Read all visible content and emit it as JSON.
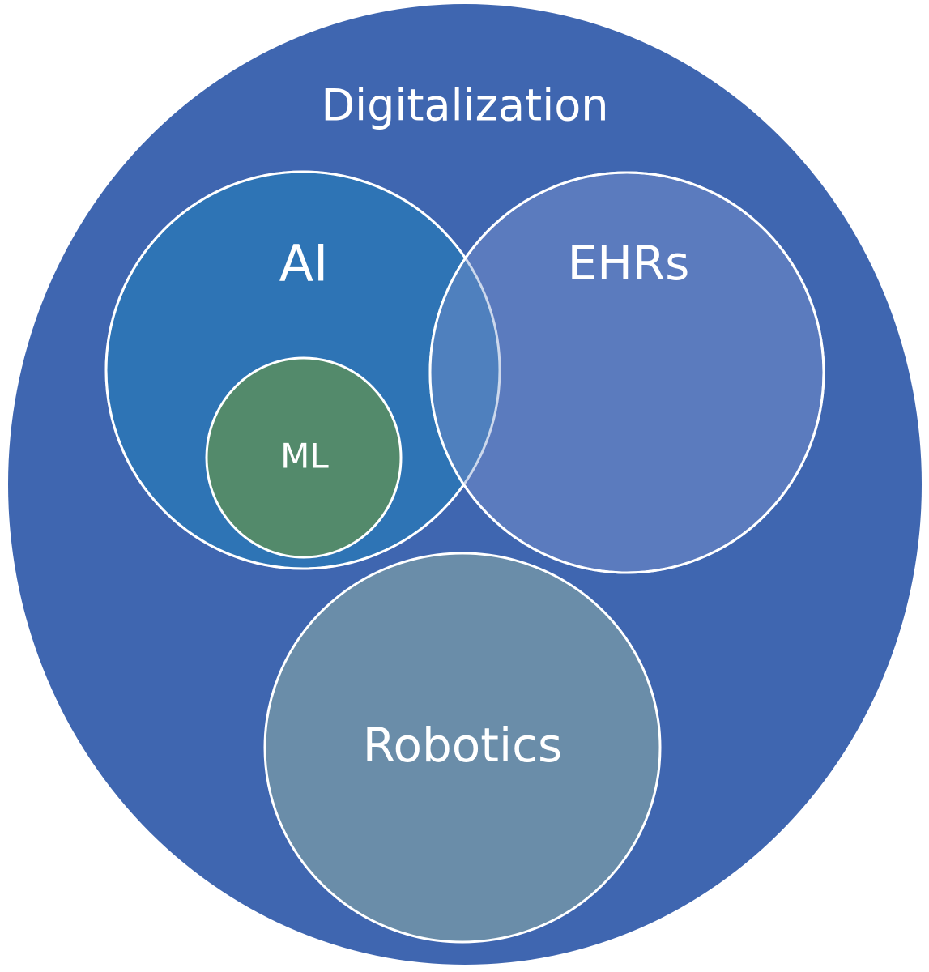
{
  "diagram": {
    "outer": {
      "label": "Digitalization",
      "color": "#3F66B0"
    },
    "ai": {
      "label": "AI",
      "color": "#2E74B5"
    },
    "ehrs": {
      "label": "EHRs",
      "color": "#5B7BBE"
    },
    "overlap": {
      "color": "#4F80BE"
    },
    "ml": {
      "label": "ML",
      "color": "#538A6B"
    },
    "robotics": {
      "label": "Robotics",
      "color": "#6A8DA9"
    },
    "stroke_color": "#FFFFFF"
  }
}
